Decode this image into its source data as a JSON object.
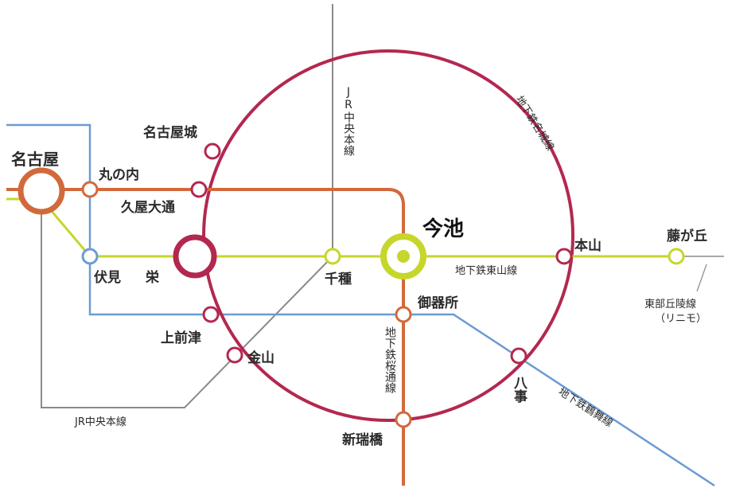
{
  "colors": {
    "meijo": "#b3284f",
    "tsurumai": "#6c9bd2",
    "higashiyama": "#c6d62b",
    "sakuradori": "#d2693c",
    "jr_chuo": "#8a8a8a",
    "linimo": "#8a8a8a",
    "highlight": "#c6d62b"
  },
  "stations": {
    "nagoya": "名古屋",
    "marunouchi": "丸の内",
    "nagoyajo": "名古屋城",
    "hisaya_odori": "久屋大通",
    "fushimi": "伏見",
    "sakae": "栄",
    "kamimaezu": "上前津",
    "kanayama": "金山",
    "chikusa": "千種",
    "imaike": "今池",
    "gokiso": "御器所",
    "shinmizuhashi": "新瑞橋",
    "motoyama": "本山",
    "fujigaoka": "藤が丘",
    "yagoto": "八事"
  },
  "lines": {
    "meijo": "地下鉄名城線",
    "jr_chuo_vertical": "JR中央本線",
    "jr_chuo_bottom": "JR中央本線",
    "higashiyama": "地下鉄東山線",
    "sakuradori": "地下鉄桜通線",
    "tsurumai": "地下鉄鶴舞線",
    "linimo": "東部丘陵線",
    "linimo_sub": "（リニモ）"
  }
}
